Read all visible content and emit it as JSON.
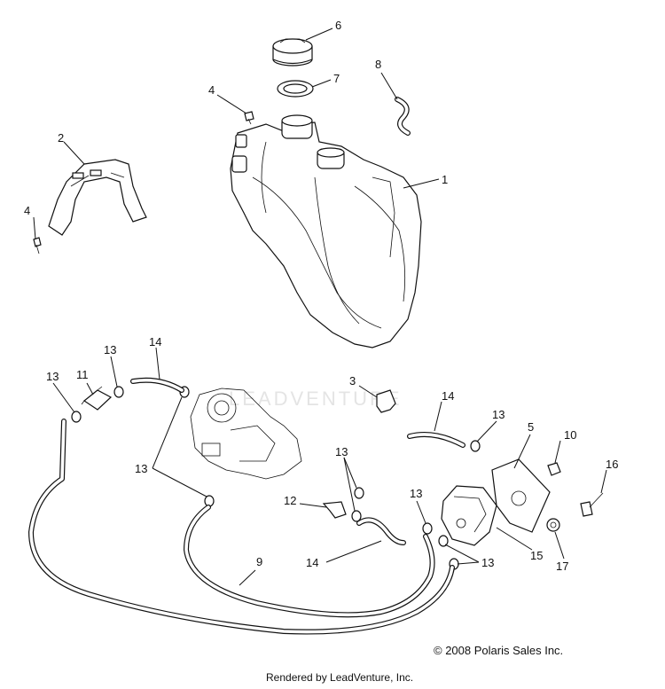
{
  "diagram": {
    "callouts": [
      {
        "id": "c1",
        "label": "1"
      },
      {
        "id": "c2",
        "label": "2"
      },
      {
        "id": "c3",
        "label": "3"
      },
      {
        "id": "c4a",
        "label": "4"
      },
      {
        "id": "c4b",
        "label": "4"
      },
      {
        "id": "c5",
        "label": "5"
      },
      {
        "id": "c6",
        "label": "6"
      },
      {
        "id": "c7",
        "label": "7"
      },
      {
        "id": "c8",
        "label": "8"
      },
      {
        "id": "c9",
        "label": "9"
      },
      {
        "id": "c10",
        "label": "10"
      },
      {
        "id": "c11",
        "label": "11"
      },
      {
        "id": "c12",
        "label": "12"
      },
      {
        "id": "c13a",
        "label": "13"
      },
      {
        "id": "c13b",
        "label": "13"
      },
      {
        "id": "c13c",
        "label": "13"
      },
      {
        "id": "c13d",
        "label": "13"
      },
      {
        "id": "c13e",
        "label": "13"
      },
      {
        "id": "c13f",
        "label": "13"
      },
      {
        "id": "c13g",
        "label": "13"
      },
      {
        "id": "c14a",
        "label": "14"
      },
      {
        "id": "c14b",
        "label": "14"
      },
      {
        "id": "c14c",
        "label": "14"
      },
      {
        "id": "c15",
        "label": "15"
      },
      {
        "id": "c16",
        "label": "16"
      },
      {
        "id": "c17",
        "label": "17"
      }
    ]
  },
  "watermark": "LEADVENTURE",
  "copyright": "© 2008 Polaris Sales Inc.",
  "rendered_by": "Rendered by LeadVenture, Inc."
}
